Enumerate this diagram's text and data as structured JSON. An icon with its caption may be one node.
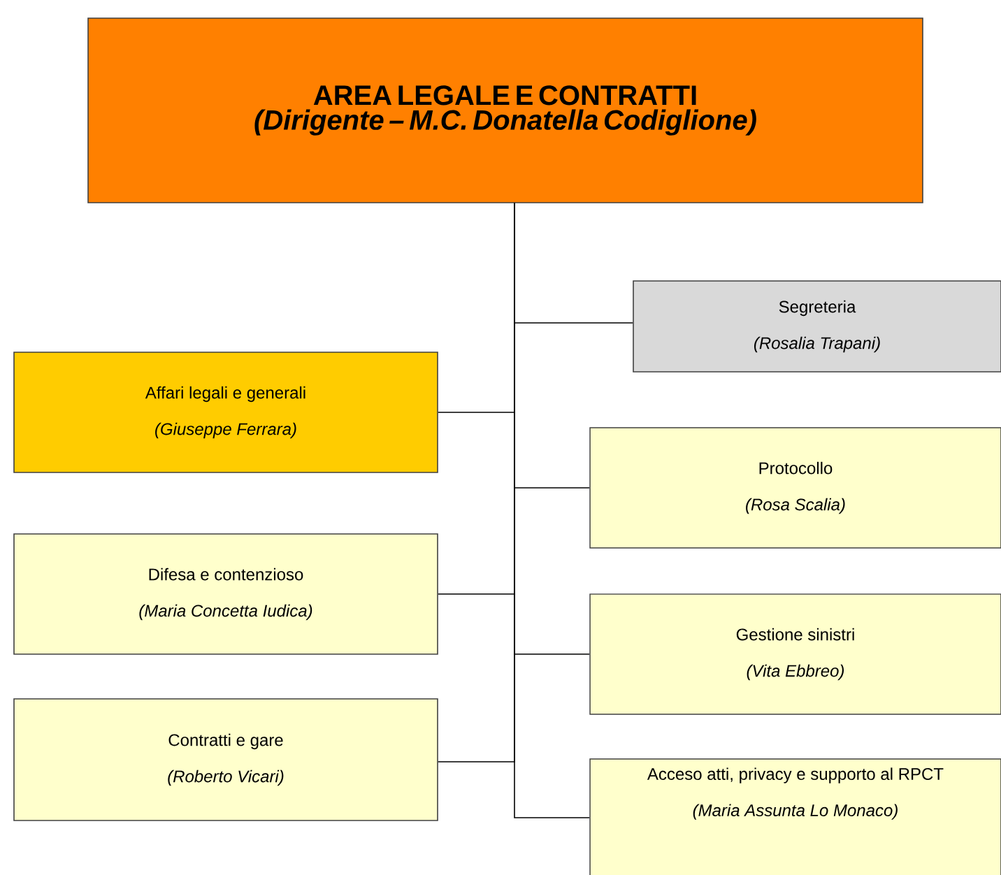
{
  "diagram": {
    "nodes": [
      {
        "text": [
          "AREA LEGALE E CONTRATTI",
          "(Dirigente – M.C. Donatella Codiglione)"
        ]
      },
      {
        "text": [
          "Segreteria",
          "(Rosalia Trapani)"
        ]
      },
      {
        "text": [
          "Affari legali e generali",
          "(Giuseppe Ferrara)"
        ]
      },
      {
        "text": [
          "Protocollo",
          "(Rosa Scalia)"
        ]
      },
      {
        "text": [
          "Difesa e contenzioso",
          "(Maria Concetta Iudica)"
        ]
      },
      {
        "text": [
          "Gestione sinistri",
          "(Vita Ebbreo)"
        ]
      },
      {
        "text": [
          "Contratti e gare",
          "(Roberto Vicari)"
        ]
      },
      {
        "text": [
          "Acceso atti, privacy e supporto al RPCT",
          "(Maria Assunta Lo Monaco)"
        ]
      }
    ],
    "edges": [
      {
        "from": 0,
        "to": 1,
        "arrow": "none"
      },
      {
        "from": 0,
        "to": 2,
        "arrow": "none"
      },
      {
        "from": 0,
        "to": 3,
        "arrow": "none"
      },
      {
        "from": 0,
        "to": 4,
        "arrow": "none"
      },
      {
        "from": 0,
        "to": 5,
        "arrow": "none"
      },
      {
        "from": 0,
        "to": 6,
        "arrow": "none"
      },
      {
        "from": 0,
        "to": 7,
        "arrow": "none"
      }
    ]
  }
}
